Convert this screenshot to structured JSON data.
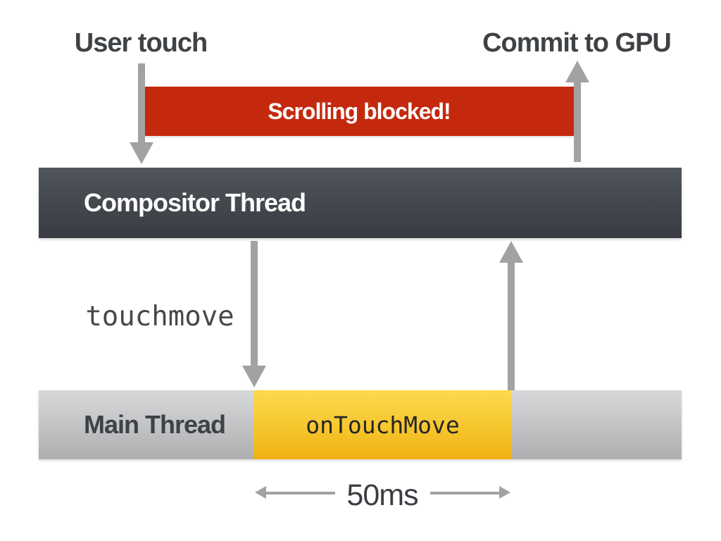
{
  "annotations": {
    "user_touch": "User touch",
    "commit_to_gpu": "Commit to GPU",
    "event_name": "touchmove",
    "duration": "50ms"
  },
  "bars": {
    "blocked": {
      "label": "Scrolling blocked!",
      "color": "#c5290d",
      "text_color": "#ffffff"
    },
    "compositor": {
      "label": "Compositor Thread",
      "color_top": "#50555c",
      "color_bottom": "#383b41",
      "text_color": "#ffffff"
    },
    "main": {
      "label": "Main Thread",
      "color_top": "#d7d8da",
      "color_bottom": "#adaeb0",
      "text_color": "#3f4245"
    },
    "busy": {
      "label": "onTouchMove",
      "color_top": "#fbd950",
      "color_bottom": "#efb111",
      "text_color": "#262626"
    }
  },
  "colors": {
    "arrow": "#a2a2a2",
    "annotation_text": "#3f4245",
    "background": "#ffffff"
  }
}
